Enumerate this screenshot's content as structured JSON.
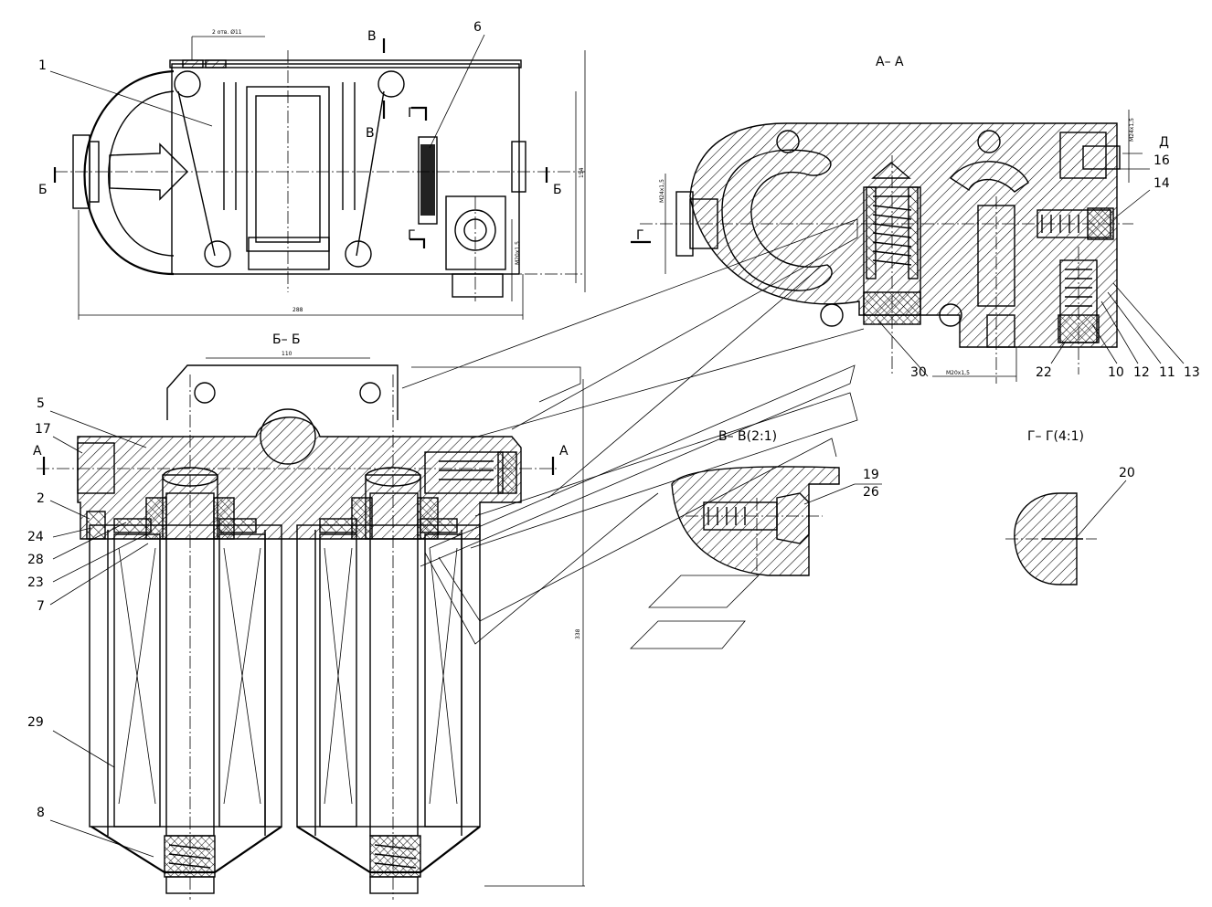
{
  "views": {
    "top": {
      "cut_b": "Б",
      "cut_v": "В",
      "cut_g": "Г",
      "dim_thread": "M20x1,5",
      "dim_width": "288",
      "dim_height": "154",
      "dim_note": "2 отв. Ø11"
    },
    "section_aa": {
      "title": "А– А",
      "cut_g": "Г",
      "cut_d": "Д",
      "dim_thread1": "M20x1,5",
      "dim_thread2": "M24x1,5",
      "dim_thread3": "M24x1,5"
    },
    "section_bb": {
      "title": "Б– Б",
      "cut_a": "А",
      "dim_110": "110",
      "dim_338": "338"
    },
    "section_vv": {
      "title": "В– В(2:1)"
    },
    "section_gg": {
      "title": "Г– Г(4:1)"
    }
  },
  "callouts": [
    "1",
    "6",
    "5",
    "17",
    "2",
    "24",
    "28",
    "23",
    "7",
    "29",
    "8",
    "16",
    "14",
    "30",
    "22",
    "10",
    "12",
    "11",
    "13",
    "19",
    "26",
    "20"
  ],
  "colors": {
    "line": "#000000",
    "background": "#ffffff"
  }
}
